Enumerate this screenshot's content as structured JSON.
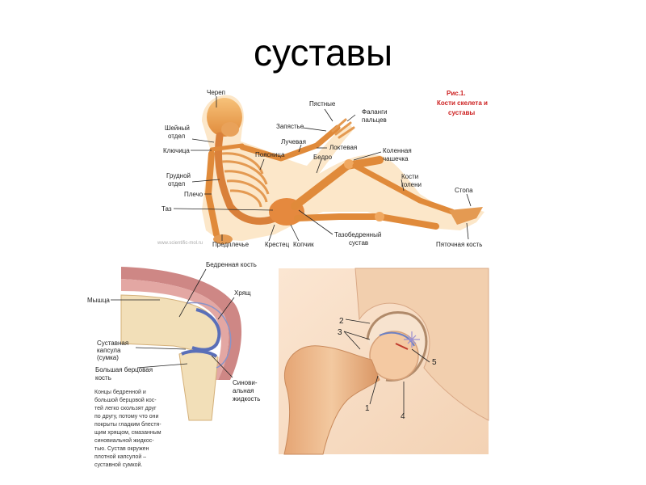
{
  "title": "суставы",
  "skeleton": {
    "fig_title_1": "Рис.1.",
    "fig_title_2": "Кости скелета и",
    "fig_title_3": "суставы",
    "watermark": "www.scientific-mol.ru",
    "labels": {
      "skull": "Череп",
      "cervical_1": "Шейный",
      "cervical_2": "отдел",
      "clavicle": "Ключица",
      "thoracic_1": "Грудной",
      "thoracic_2": "отдел",
      "shoulder": "Плечо",
      "pelvis": "Таз",
      "forearm": "Предплечье",
      "sacrum": "Крестец",
      "coccyx": "Копчик",
      "hip_joint_1": "Тазобедренный",
      "hip_joint_2": "сустав",
      "heel": "Пяточная кость",
      "foot": "Стопа",
      "shin_1": "Кости",
      "shin_2": "голени",
      "kneecap_1": "Коленная",
      "kneecap_2": "чашечка",
      "thigh": "Бедро",
      "elbow": "Локтевая",
      "radius": "Лучевая",
      "wrist": "Запястье",
      "metacarpal": "Пястные",
      "phalanges_1": "Фаланги",
      "phalanges_2": "пальцев",
      "lumbar": "Поясница"
    }
  },
  "knee": {
    "labels": {
      "femur": "Бедренная кость",
      "muscle": "Мышца",
      "cartilage": "Хрящ",
      "capsule_1": "Суставная",
      "capsule_2": "капсула",
      "capsule_3": "(сумка)",
      "tibia_1": "Большая берцовая",
      "tibia_2": "кость",
      "synovial_1": "Синови-",
      "synovial_2": "альная",
      "synovial_3": "жидкость"
    },
    "caption": [
      "Концы бедренной и",
      "большой берцовой кос-",
      "тей легко скользят друг",
      "по другу, потому что они",
      "покрыты гладким блестя-",
      "щим хрящом, смазанным",
      "синовиальной жидкос-",
      "тью. Сустав окружен",
      "плотной капсулой –",
      "суставной сумкой."
    ]
  },
  "hip": {
    "numbers": [
      "1",
      "2",
      "3",
      "4",
      "5"
    ]
  }
}
